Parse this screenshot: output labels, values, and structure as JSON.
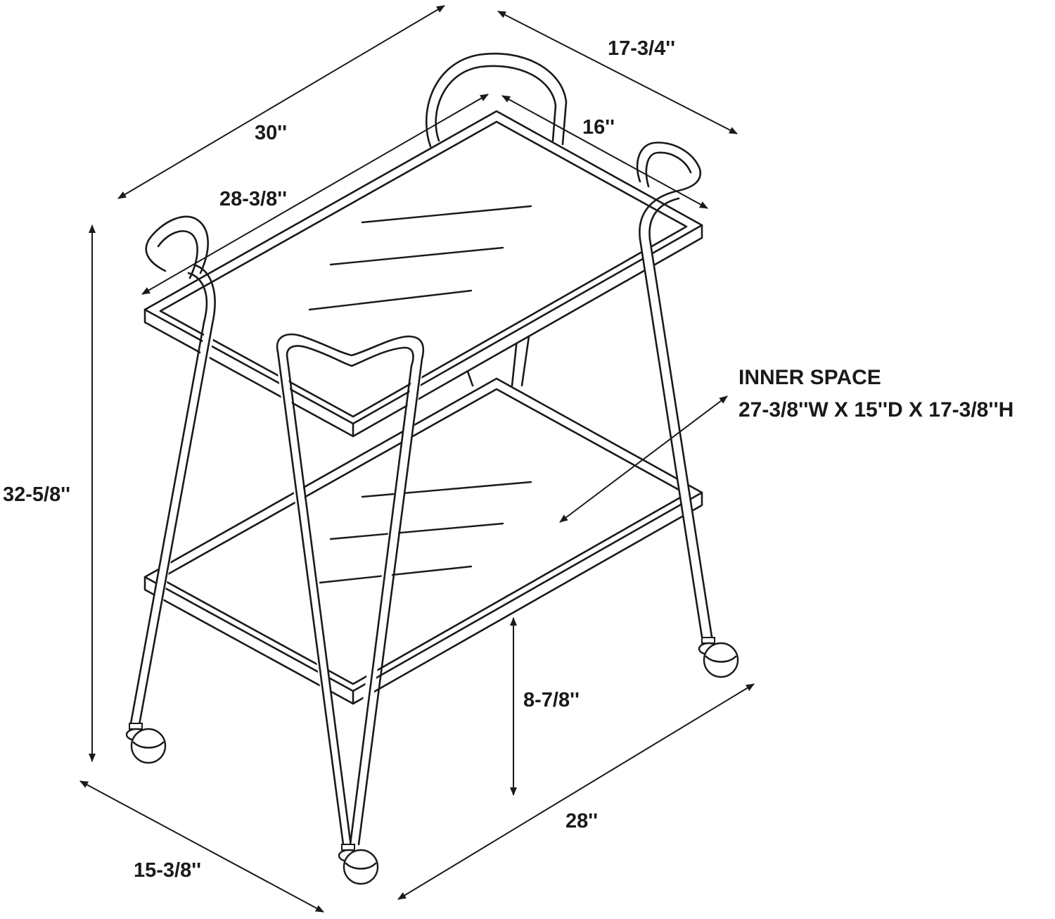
{
  "dimensions": {
    "overall_length": "30''",
    "overall_depth": "17-3/4''",
    "tray_length": "28-3/8''",
    "tray_depth": "16''",
    "height": "32-5/8''",
    "base_depth": "15-3/8''",
    "base_length": "28''",
    "shelf_clearance": "8-7/8''"
  },
  "inner_space": {
    "title": "INNER SPACE",
    "size": "27-3/8''W X 15''D X 17-3/8''H"
  }
}
